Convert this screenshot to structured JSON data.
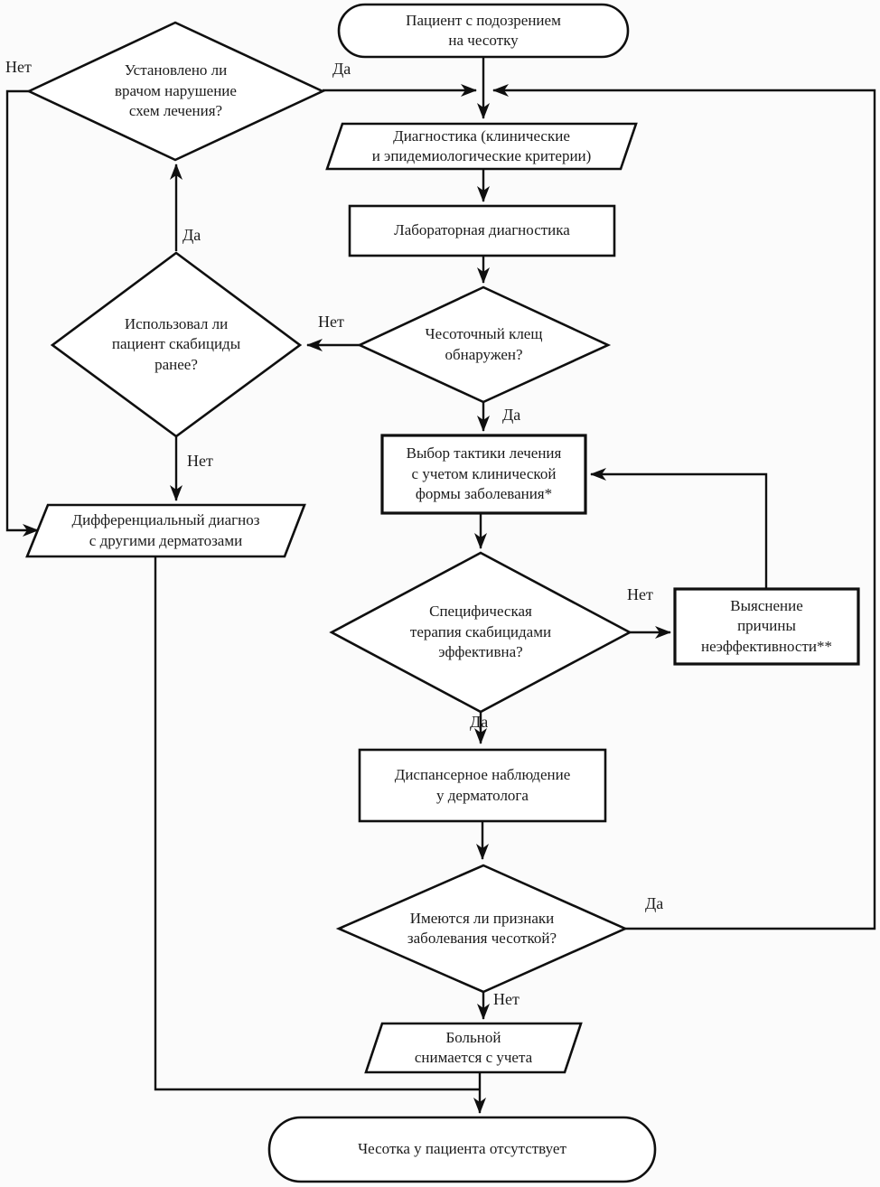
{
  "diagram": {
    "background": "#fbfbfb",
    "line_color": "#0f0f0f",
    "shape_fill": "#ffffff",
    "nodes": {
      "start": {
        "type": "terminator",
        "label": "Пациент с подозрением\nна чесотку"
      },
      "diagnostics": {
        "type": "data",
        "label": "Диагностика (клинические\nи эпидемиологические критерии)"
      },
      "lab": {
        "type": "process",
        "label": "Лабораторная диагностика"
      },
      "mite_found": {
        "type": "decision",
        "label": "Чесоточный клещ\nобнаружен?"
      },
      "violation": {
        "type": "decision",
        "label": "Установлено ли\nврачом нарушение\nсхем лечения?"
      },
      "used_before": {
        "type": "decision",
        "label": "Использовал ли\nпациент скабициды\nранее?"
      },
      "diff_diagnosis": {
        "type": "data",
        "label": "Дифференциальный диагноз\nс другими дерматозами"
      },
      "tactics": {
        "type": "process",
        "label": "Выбор тактики лечения\nс учетом клинической\nформы заболевания*"
      },
      "specific_therapy": {
        "type": "decision",
        "label": "Специфическая\nтерапия скабицидами\nэффективна?"
      },
      "cause": {
        "type": "process",
        "label": "Выяснение\nпричины\nнеэффективности**"
      },
      "dispensary": {
        "type": "process",
        "label": "Диспансерное наблюдение\nу дерматолога"
      },
      "signs": {
        "type": "decision",
        "label": "Имеются ли признаки\nзаболевания чесоткой?"
      },
      "deregister": {
        "type": "data",
        "label": "Больной\nснимается с учета"
      },
      "end": {
        "type": "terminator",
        "label": "Чесотка у пациента отсутствует"
      }
    },
    "edge_labels": {
      "violation_no": "Нет",
      "violation_yes": "Да",
      "used_yes": "Да",
      "mite_no": "Нет",
      "mite_yes": "Да",
      "used_no": "Нет",
      "specific_no": "Нет",
      "specific_yes": "Да",
      "signs_yes": "Да",
      "signs_no": "Нет"
    }
  }
}
